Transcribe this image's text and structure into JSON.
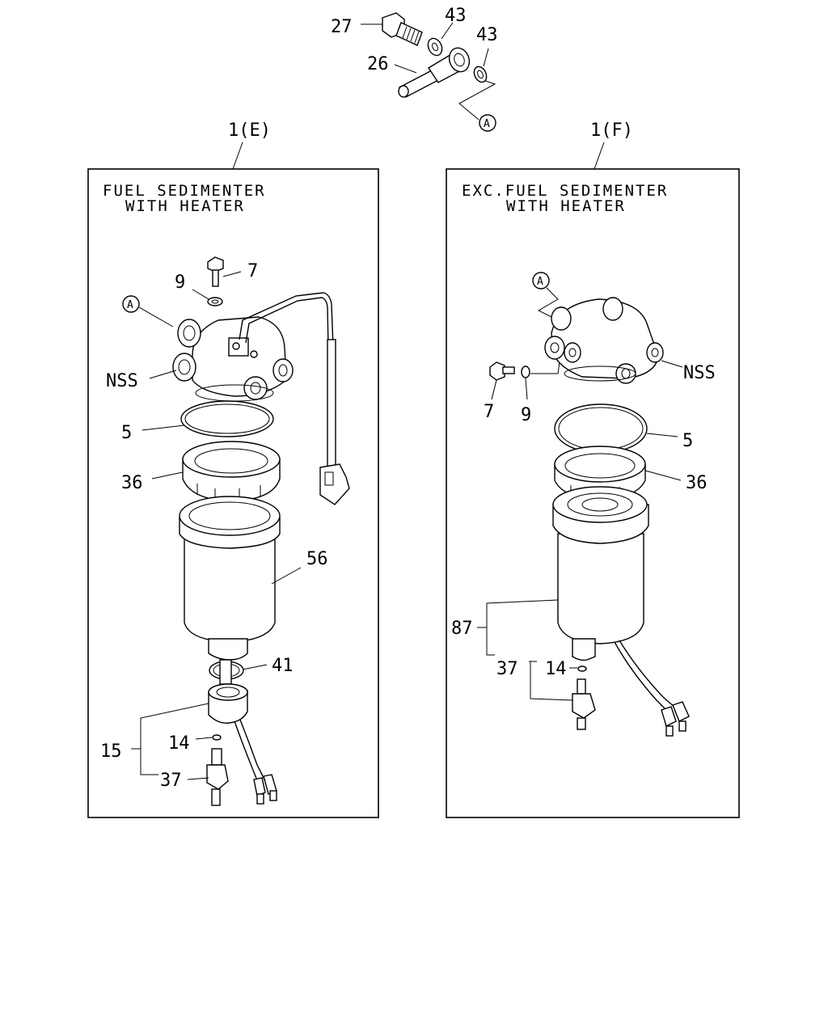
{
  "top_assembly": {
    "labels": {
      "bolt": "27",
      "washer_a": "43",
      "washer_b": "43",
      "eye_joint": "26",
      "ref_a": "A"
    }
  },
  "left_panel": {
    "header": "1(E)",
    "title_line1": "FUEL SEDIMENTER",
    "title_line2": "WITH HEATER",
    "labels": {
      "ref_a": "A",
      "bolt": "7",
      "washer": "9",
      "nss": "NSS",
      "oring": "5",
      "ring_nut": "36",
      "element": "56",
      "oring_bottom": "41",
      "sensor_assembly": "15",
      "small_oring": "14",
      "drain_plug": "37"
    }
  },
  "right_panel": {
    "header": "1(F)",
    "title_line1": "EXC.FUEL SEDIMENTER",
    "title_line2": "WITH HEATER",
    "labels": {
      "ref_a": "A",
      "nss": "NSS",
      "bolt": "7",
      "washer": "9",
      "oring": "5",
      "ring_nut": "36",
      "element_assembly": "87",
      "drain_plug": "37",
      "small_oring": "14"
    }
  }
}
